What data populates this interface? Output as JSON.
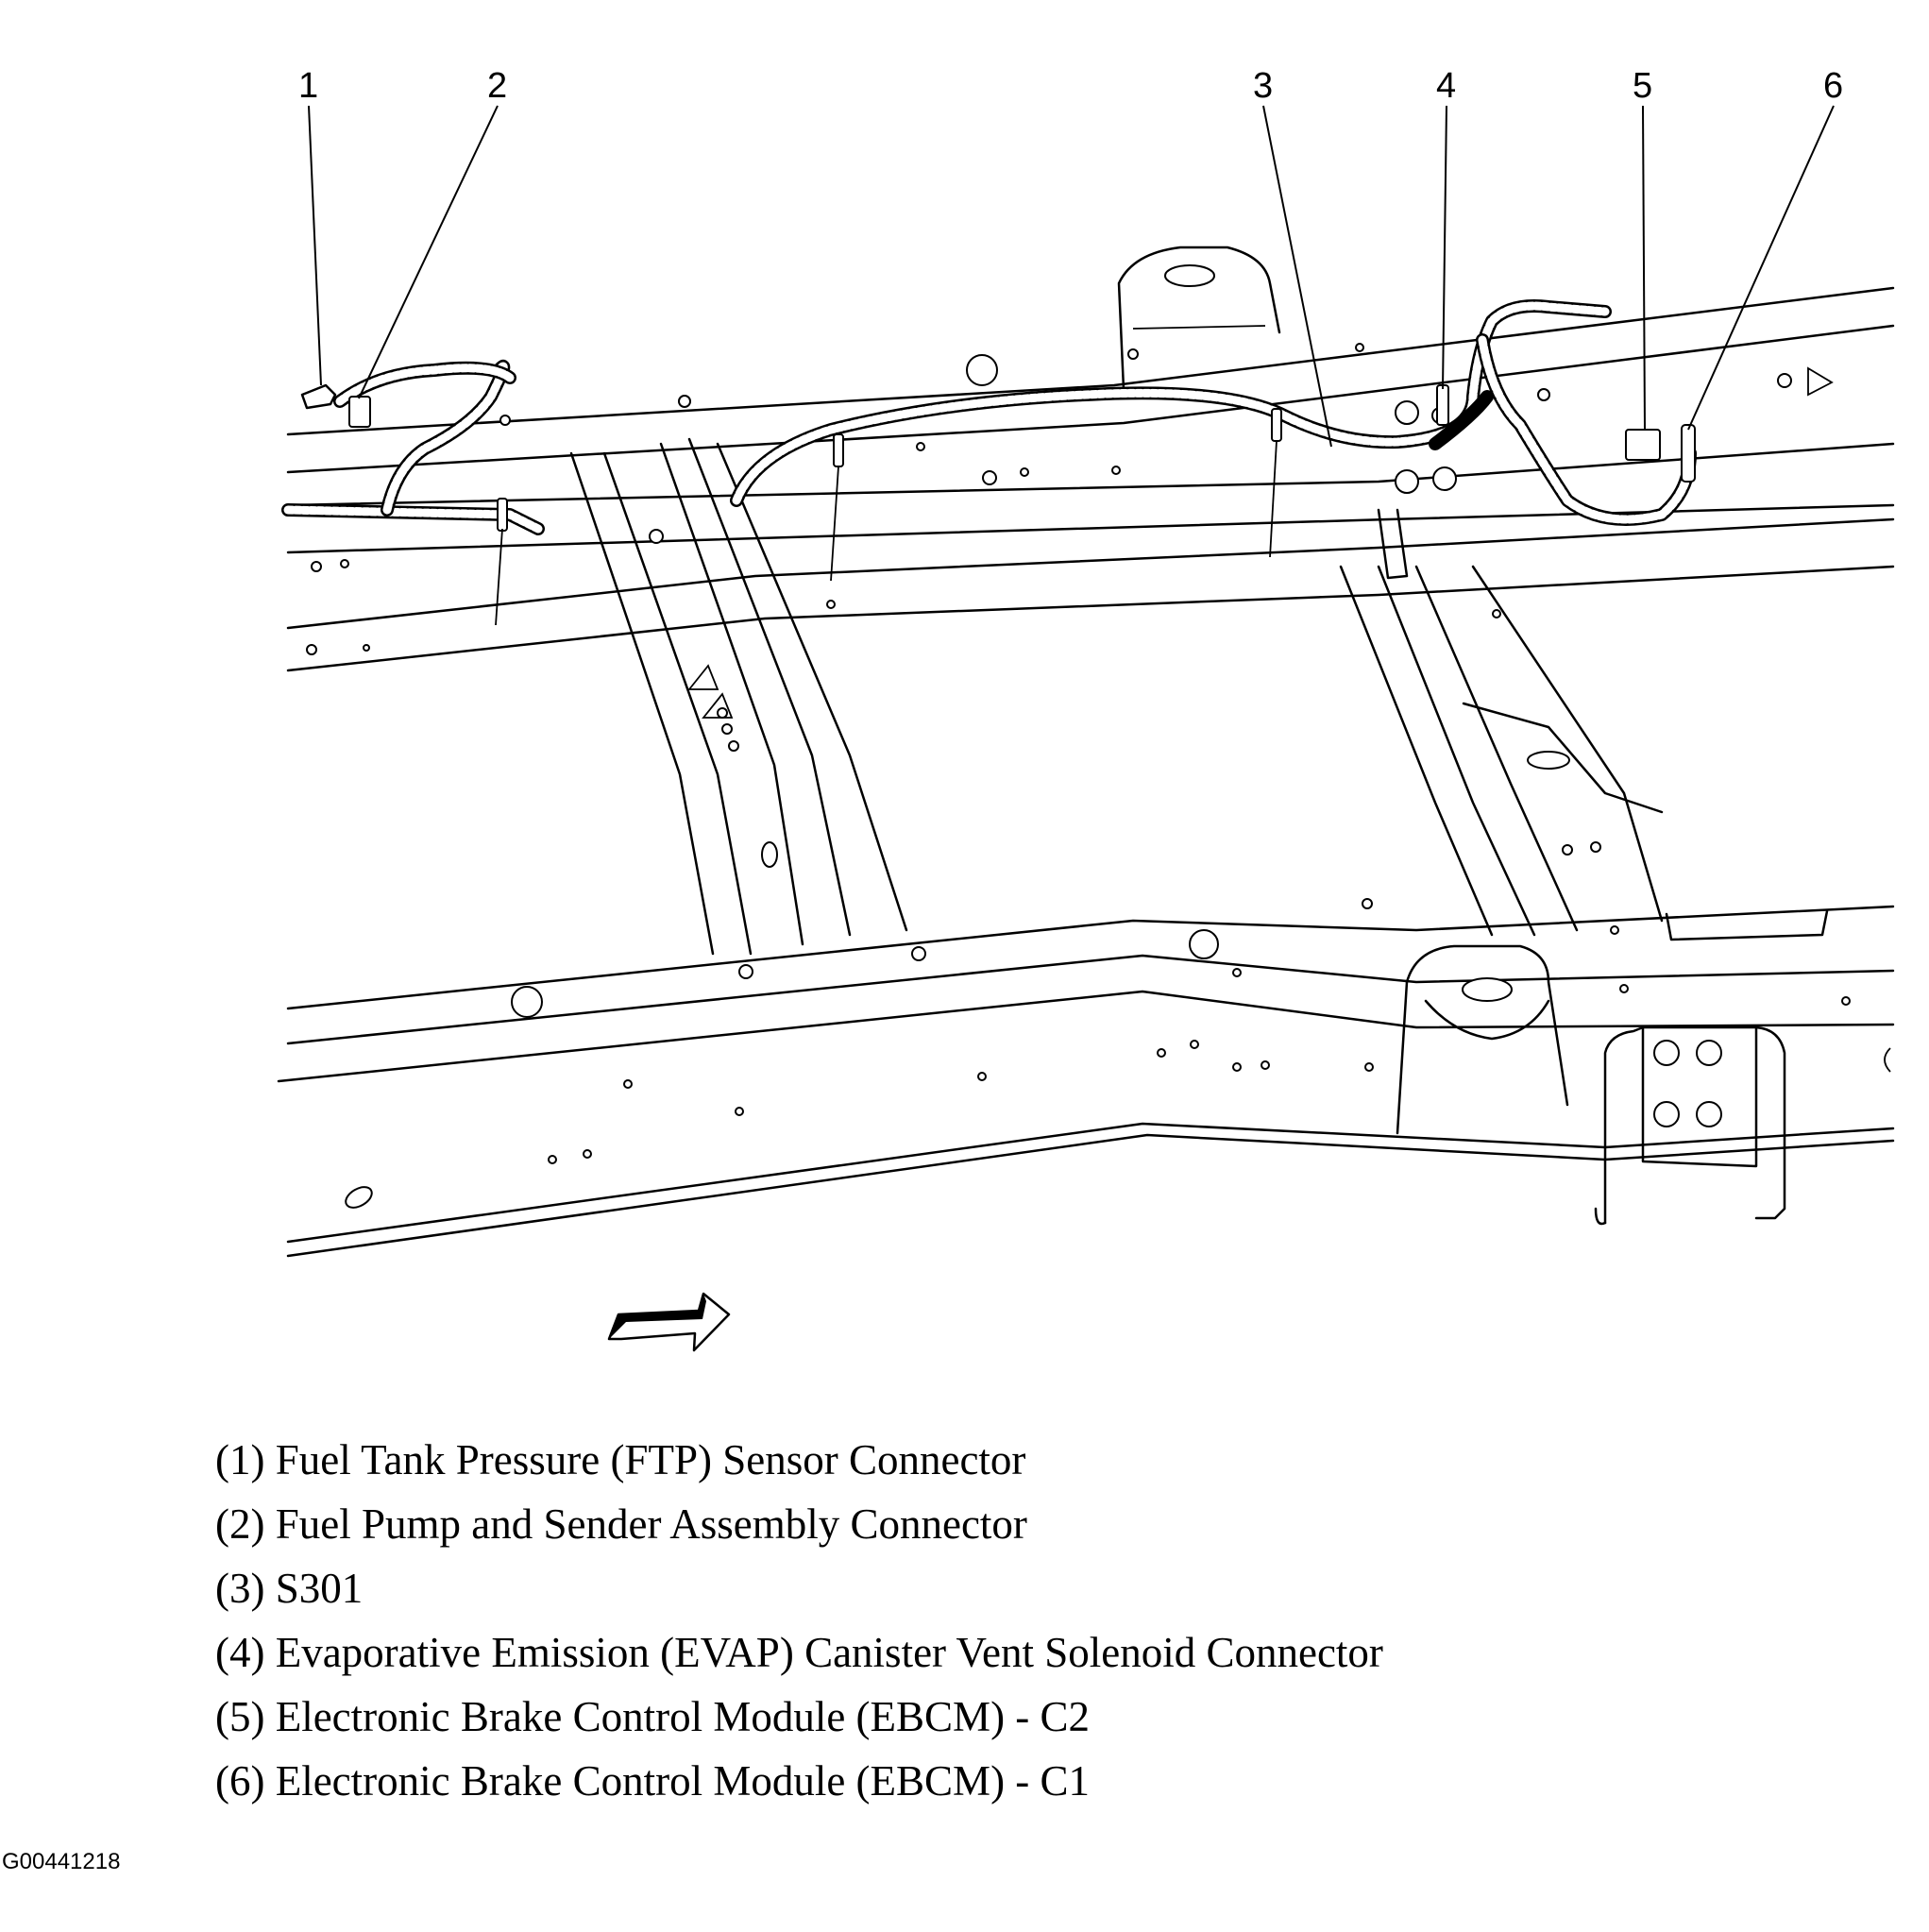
{
  "callouts": [
    {
      "number": "1",
      "label": "(1) Fuel Tank Pressure (FTP) Sensor Connector"
    },
    {
      "number": "2",
      "label": "(2) Fuel Pump and Sender Assembly Connector"
    },
    {
      "number": "3",
      "label": "(3) S301"
    },
    {
      "number": "4",
      "label": "(4) Evaporative Emission (EVAP) Canister Vent Solenoid Connector"
    },
    {
      "number": "5",
      "label": "(5) Electronic Brake Control Module (EBCM) - C2"
    },
    {
      "number": "6",
      "label": "(6) Electronic Brake Control Module (EBCM) - C1"
    }
  ],
  "figure_id": "G00441218"
}
